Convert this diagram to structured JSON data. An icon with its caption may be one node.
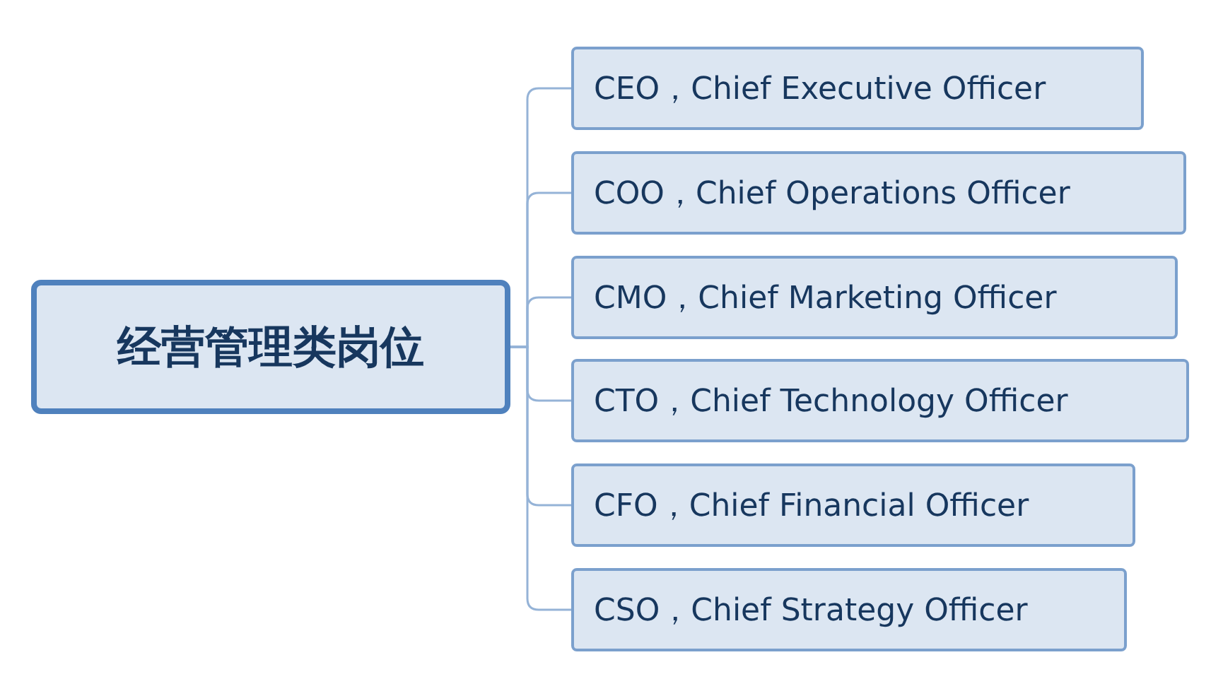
{
  "diagram": {
    "nodes": [
      {
        "text": [
          "经营管理类岗位"
        ]
      },
      {
        "text": [
          "CEO，Chief Executive Officer"
        ]
      },
      {
        "text": [
          "COO，Chief Operations Officer"
        ]
      },
      {
        "text": [
          "CMO，Chief Marketing Officer"
        ]
      },
      {
        "text": [
          "CTO，Chief Technology Officer"
        ]
      },
      {
        "text": [
          "CFO，Chief Financial Officer"
        ]
      },
      {
        "text": [
          "CSO，Chief Strategy Officer"
        ]
      }
    ],
    "edges": [
      {
        "from": 0,
        "to": 1,
        "arrow": "none"
      },
      {
        "from": 0,
        "to": 2,
        "arrow": "none"
      },
      {
        "from": 0,
        "to": 3,
        "arrow": "none"
      },
      {
        "from": 0,
        "to": 4,
        "arrow": "none"
      },
      {
        "from": 0,
        "to": 5,
        "arrow": "none"
      },
      {
        "from": 0,
        "to": 6,
        "arrow": "none"
      }
    ]
  }
}
